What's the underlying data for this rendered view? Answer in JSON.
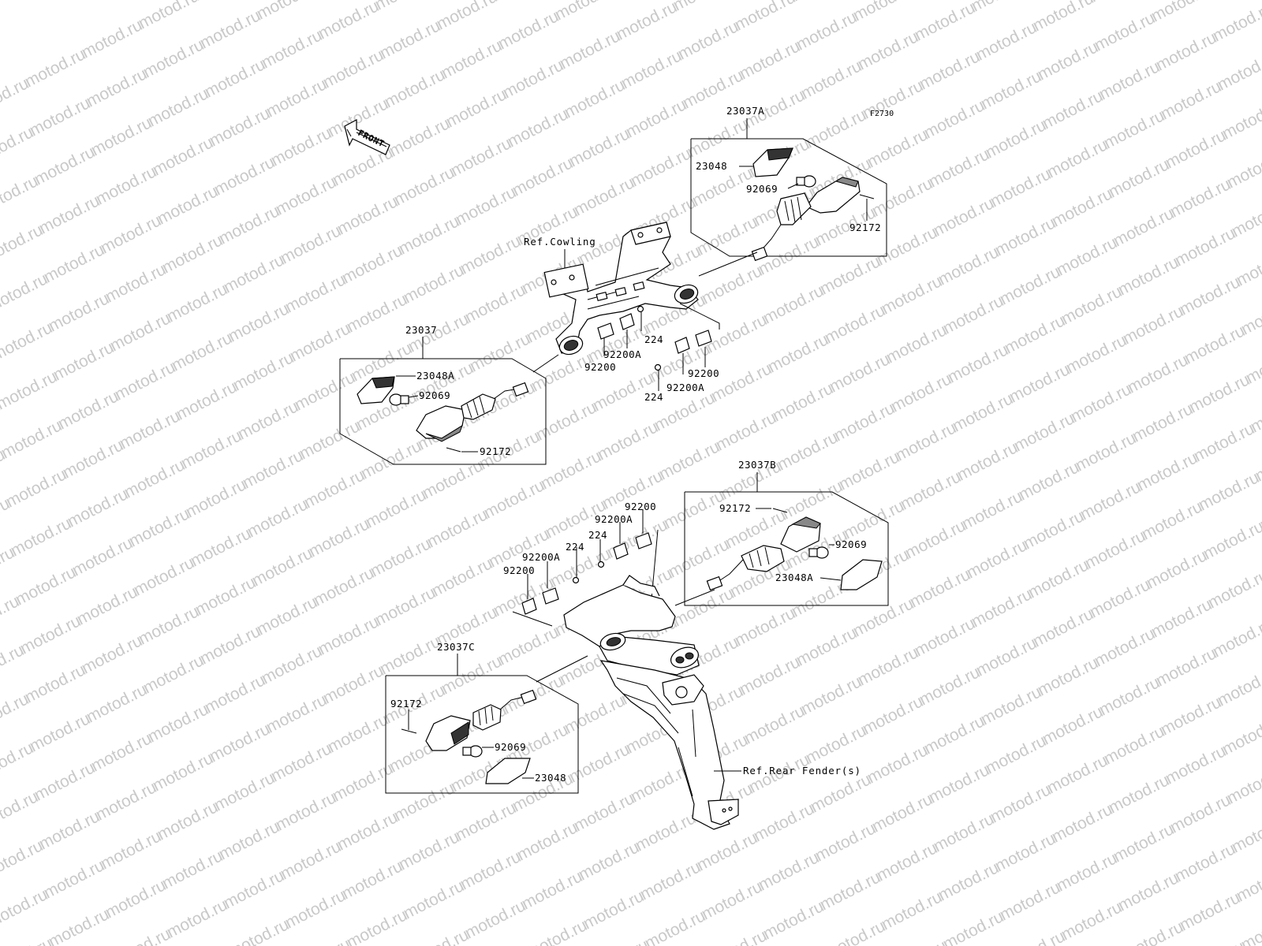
{
  "diagram": {
    "code": "F2730",
    "front_label": "FRONT",
    "watermark": "motod.ru",
    "refs": {
      "cowling": "Ref.Cowling",
      "rear_fender": "Ref.Rear Fender(s)"
    },
    "front_left": {
      "assembly": "23037",
      "lens": "23048A",
      "bulb": "92069",
      "screw": "92172"
    },
    "front_right": {
      "assembly": "23037A",
      "lens": "23048",
      "bulb": "92069",
      "screw": "92172"
    },
    "front_bracket": {
      "plate_l": "92200",
      "plate_l_a": "92200A",
      "nut_l": "224",
      "plate_r": "92200",
      "plate_r_a": "92200A",
      "nut_r": "224"
    },
    "rear_right": {
      "assembly": "23037B",
      "screw": "92172",
      "bulb": "92069",
      "lens": "23048A"
    },
    "rear_left": {
      "assembly": "23037C",
      "screw": "92172",
      "bulb": "92069",
      "lens": "23048"
    },
    "rear_bracket": {
      "plate_l": "92200",
      "plate_l_a": "92200A",
      "nut_l": "224",
      "plate_r": "92200",
      "plate_r_a": "92200A",
      "nut_r": "224"
    }
  }
}
